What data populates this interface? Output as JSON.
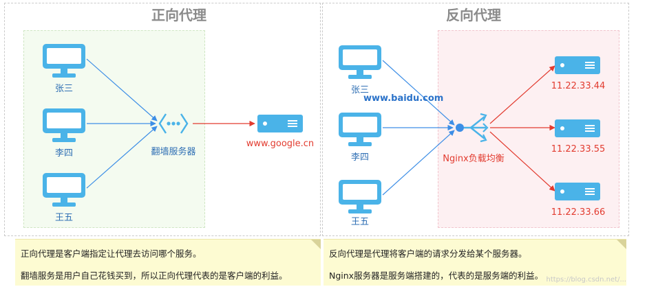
{
  "forward": {
    "title": "正向代理",
    "clients": [
      "张三",
      "李四",
      "王五"
    ],
    "proxy_label": "翻墙服务器",
    "target_label": "www.google.cn",
    "note_lines": [
      "正向代理是客户端指定让代理去访问哪个服务。",
      "翻墙服务是用户自己花钱买到，所以正向代理代表的是客户端的利益。"
    ]
  },
  "reverse": {
    "title": "反向代理",
    "clients": [
      "张三",
      "李四",
      "王五"
    ],
    "domain_label": "www.baidu.com",
    "proxy_label": "Nginx负载均衡",
    "servers": [
      "11.22.33.44",
      "11.22.33.55",
      "11.22.33.66"
    ],
    "note_lines": [
      "反向代理是代理将客户端的请求分发给某个服务器。",
      "Nginx服务器是服务端搭建的，代表的是服务端的利益。"
    ]
  },
  "watermark": "https://blog.csdn.net/...",
  "colors": {
    "blue": "#3d8ee6",
    "red": "#e23b2f",
    "icon": "#4ab3e8"
  }
}
